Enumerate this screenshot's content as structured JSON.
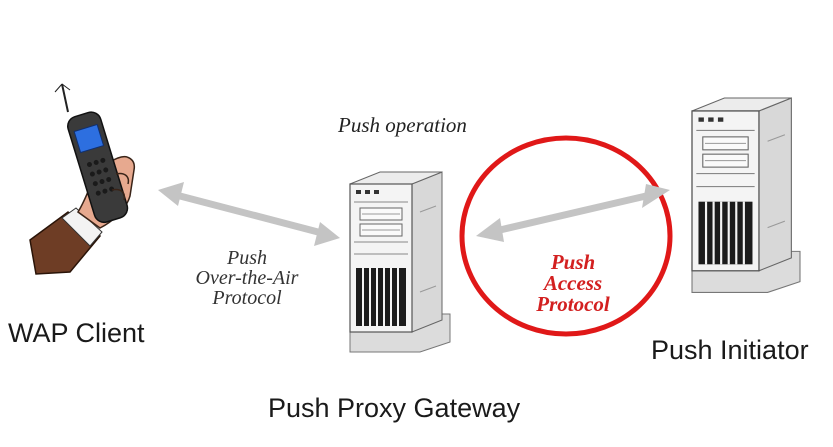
{
  "labels": {
    "wap_client": "WAP Client",
    "push_proxy_gateway": "Push Proxy Gateway",
    "push_initiator": "Push Initiator",
    "push_operation": "Push operation"
  },
  "ota_protocol": {
    "lines": [
      "Push",
      "Over-the-Air",
      "Protocol"
    ]
  },
  "access_protocol": {
    "lines": [
      "Push",
      "Access",
      "Protocol"
    ]
  },
  "colors": {
    "arrow": "#c4c4c4",
    "highlight_ring": "#e01818",
    "access_text": "#d32020",
    "server_body": "#f2f2f2",
    "server_outline": "#555555"
  }
}
